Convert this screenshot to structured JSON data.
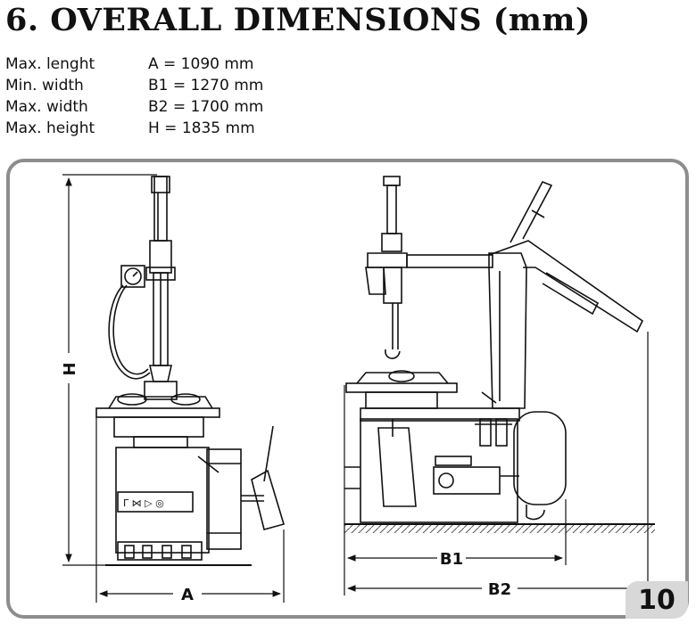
{
  "title": "6. OVERALL DIMENSIONS (mm)",
  "specs": [
    {
      "label": "Max. lenght",
      "value": "A = 1090 mm"
    },
    {
      "label": "Min. width",
      "value": "B1 = 1270 mm"
    },
    {
      "label": "Max. width",
      "value": "B2 = 1700 mm"
    },
    {
      "label": "Max. height",
      "value": "H = 1835 mm"
    }
  ],
  "drawing": {
    "dimension_labels": {
      "h": "H",
      "a": "A",
      "b1": "B1",
      "b2": "B2"
    },
    "gauge_icon": "pressure-gauge-icon",
    "line_color": "#111111"
  },
  "page_number": "10"
}
